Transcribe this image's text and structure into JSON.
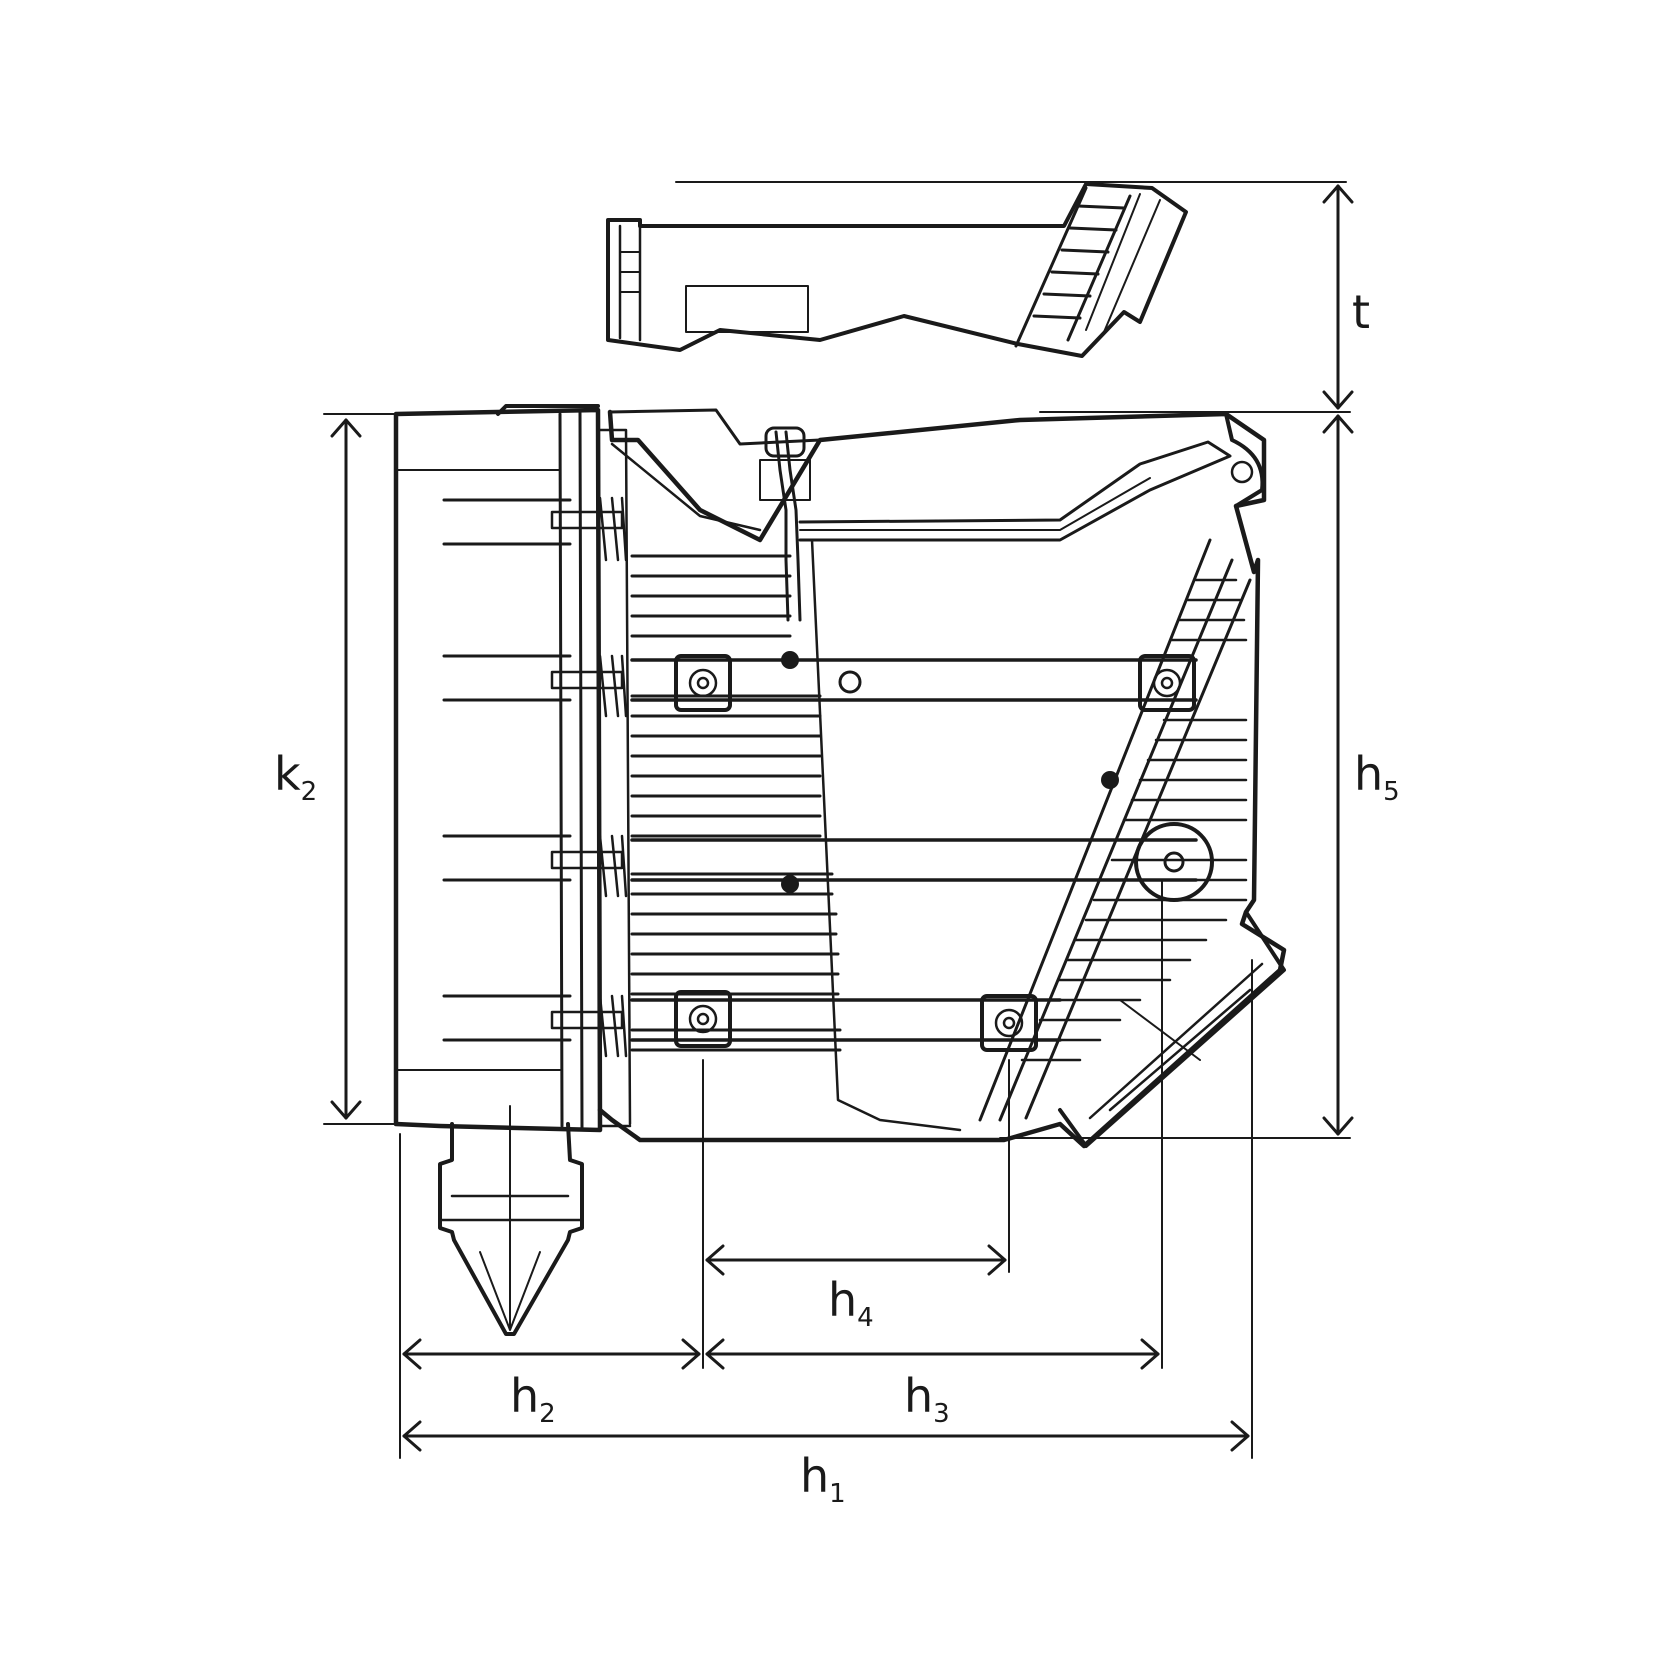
{
  "labels": {
    "t": {
      "main": "t",
      "sub": ""
    },
    "k2": {
      "main": "k",
      "sub": "2"
    },
    "h5": {
      "main": "h",
      "sub": "5"
    },
    "h4": {
      "main": "h",
      "sub": "4"
    },
    "h2": {
      "main": "h",
      "sub": "2"
    },
    "h3": {
      "main": "h",
      "sub": "3"
    },
    "h1": {
      "main": "h",
      "sub": "1"
    }
  },
  "colors": {
    "stroke": "#1a1a1a",
    "background": "#ffffff"
  }
}
